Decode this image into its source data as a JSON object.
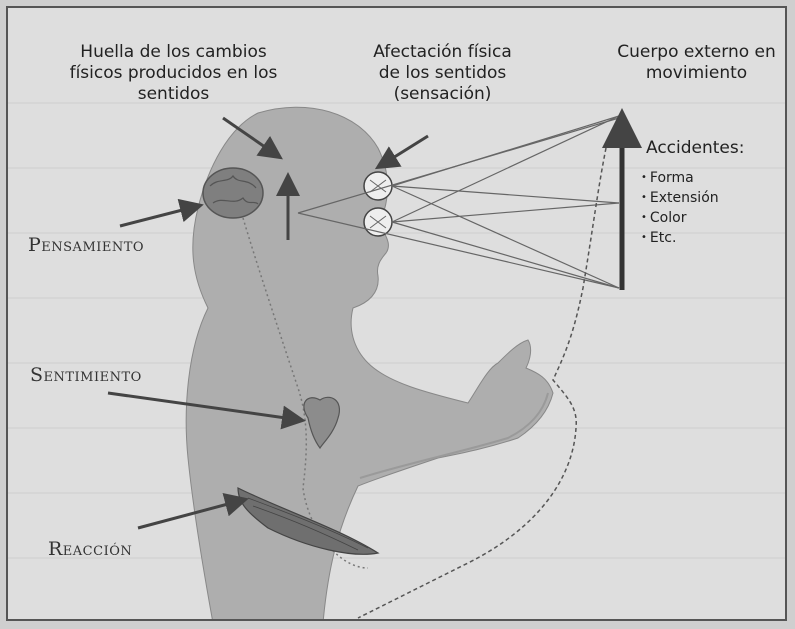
{
  "labels": {
    "huella": "Huella de los cambios físicos producidos en los sentidos",
    "afectacion": "Afectación física de los sentidos (sensación)",
    "cuerpo": "Cuerpo externo en movimiento"
  },
  "accidentes": {
    "title": "Accidentes:",
    "items": [
      "Forma",
      "Extensión",
      "Color",
      "Etc."
    ]
  },
  "captions": {
    "pensamiento": "Pensamiento",
    "sentimiento": "Sentimiento",
    "reaccion": "Reacción"
  }
}
